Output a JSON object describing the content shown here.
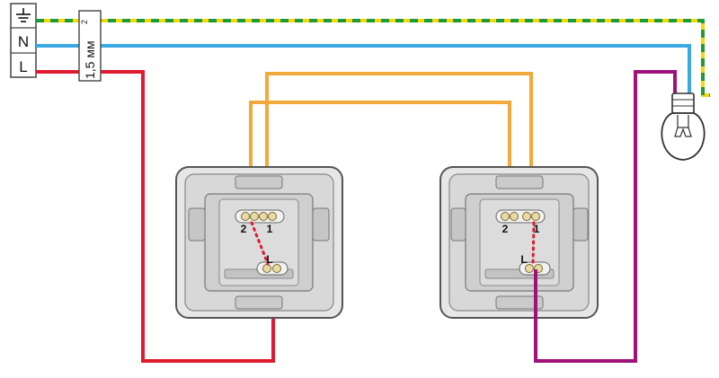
{
  "terminal_block": {
    "earth_symbol": "⏚",
    "neutral": "N",
    "line": "L"
  },
  "cable": {
    "cross_section": "1,5 мм",
    "superscript": "2"
  },
  "switches": [
    {
      "terminal_2": "2",
      "terminal_1": "1",
      "terminal_L": "L"
    },
    {
      "terminal_2": "2",
      "terminal_1": "1",
      "terminal_L": "L"
    }
  ],
  "colors": {
    "earth_green": "#1f9a3a",
    "earth_yellow": "#f5d70a",
    "neutral_blue": "#3aa9e2",
    "line_red": "#e01b2f",
    "traveler_orange": "#f2a93b",
    "lamp_purple": "#a0127a"
  }
}
